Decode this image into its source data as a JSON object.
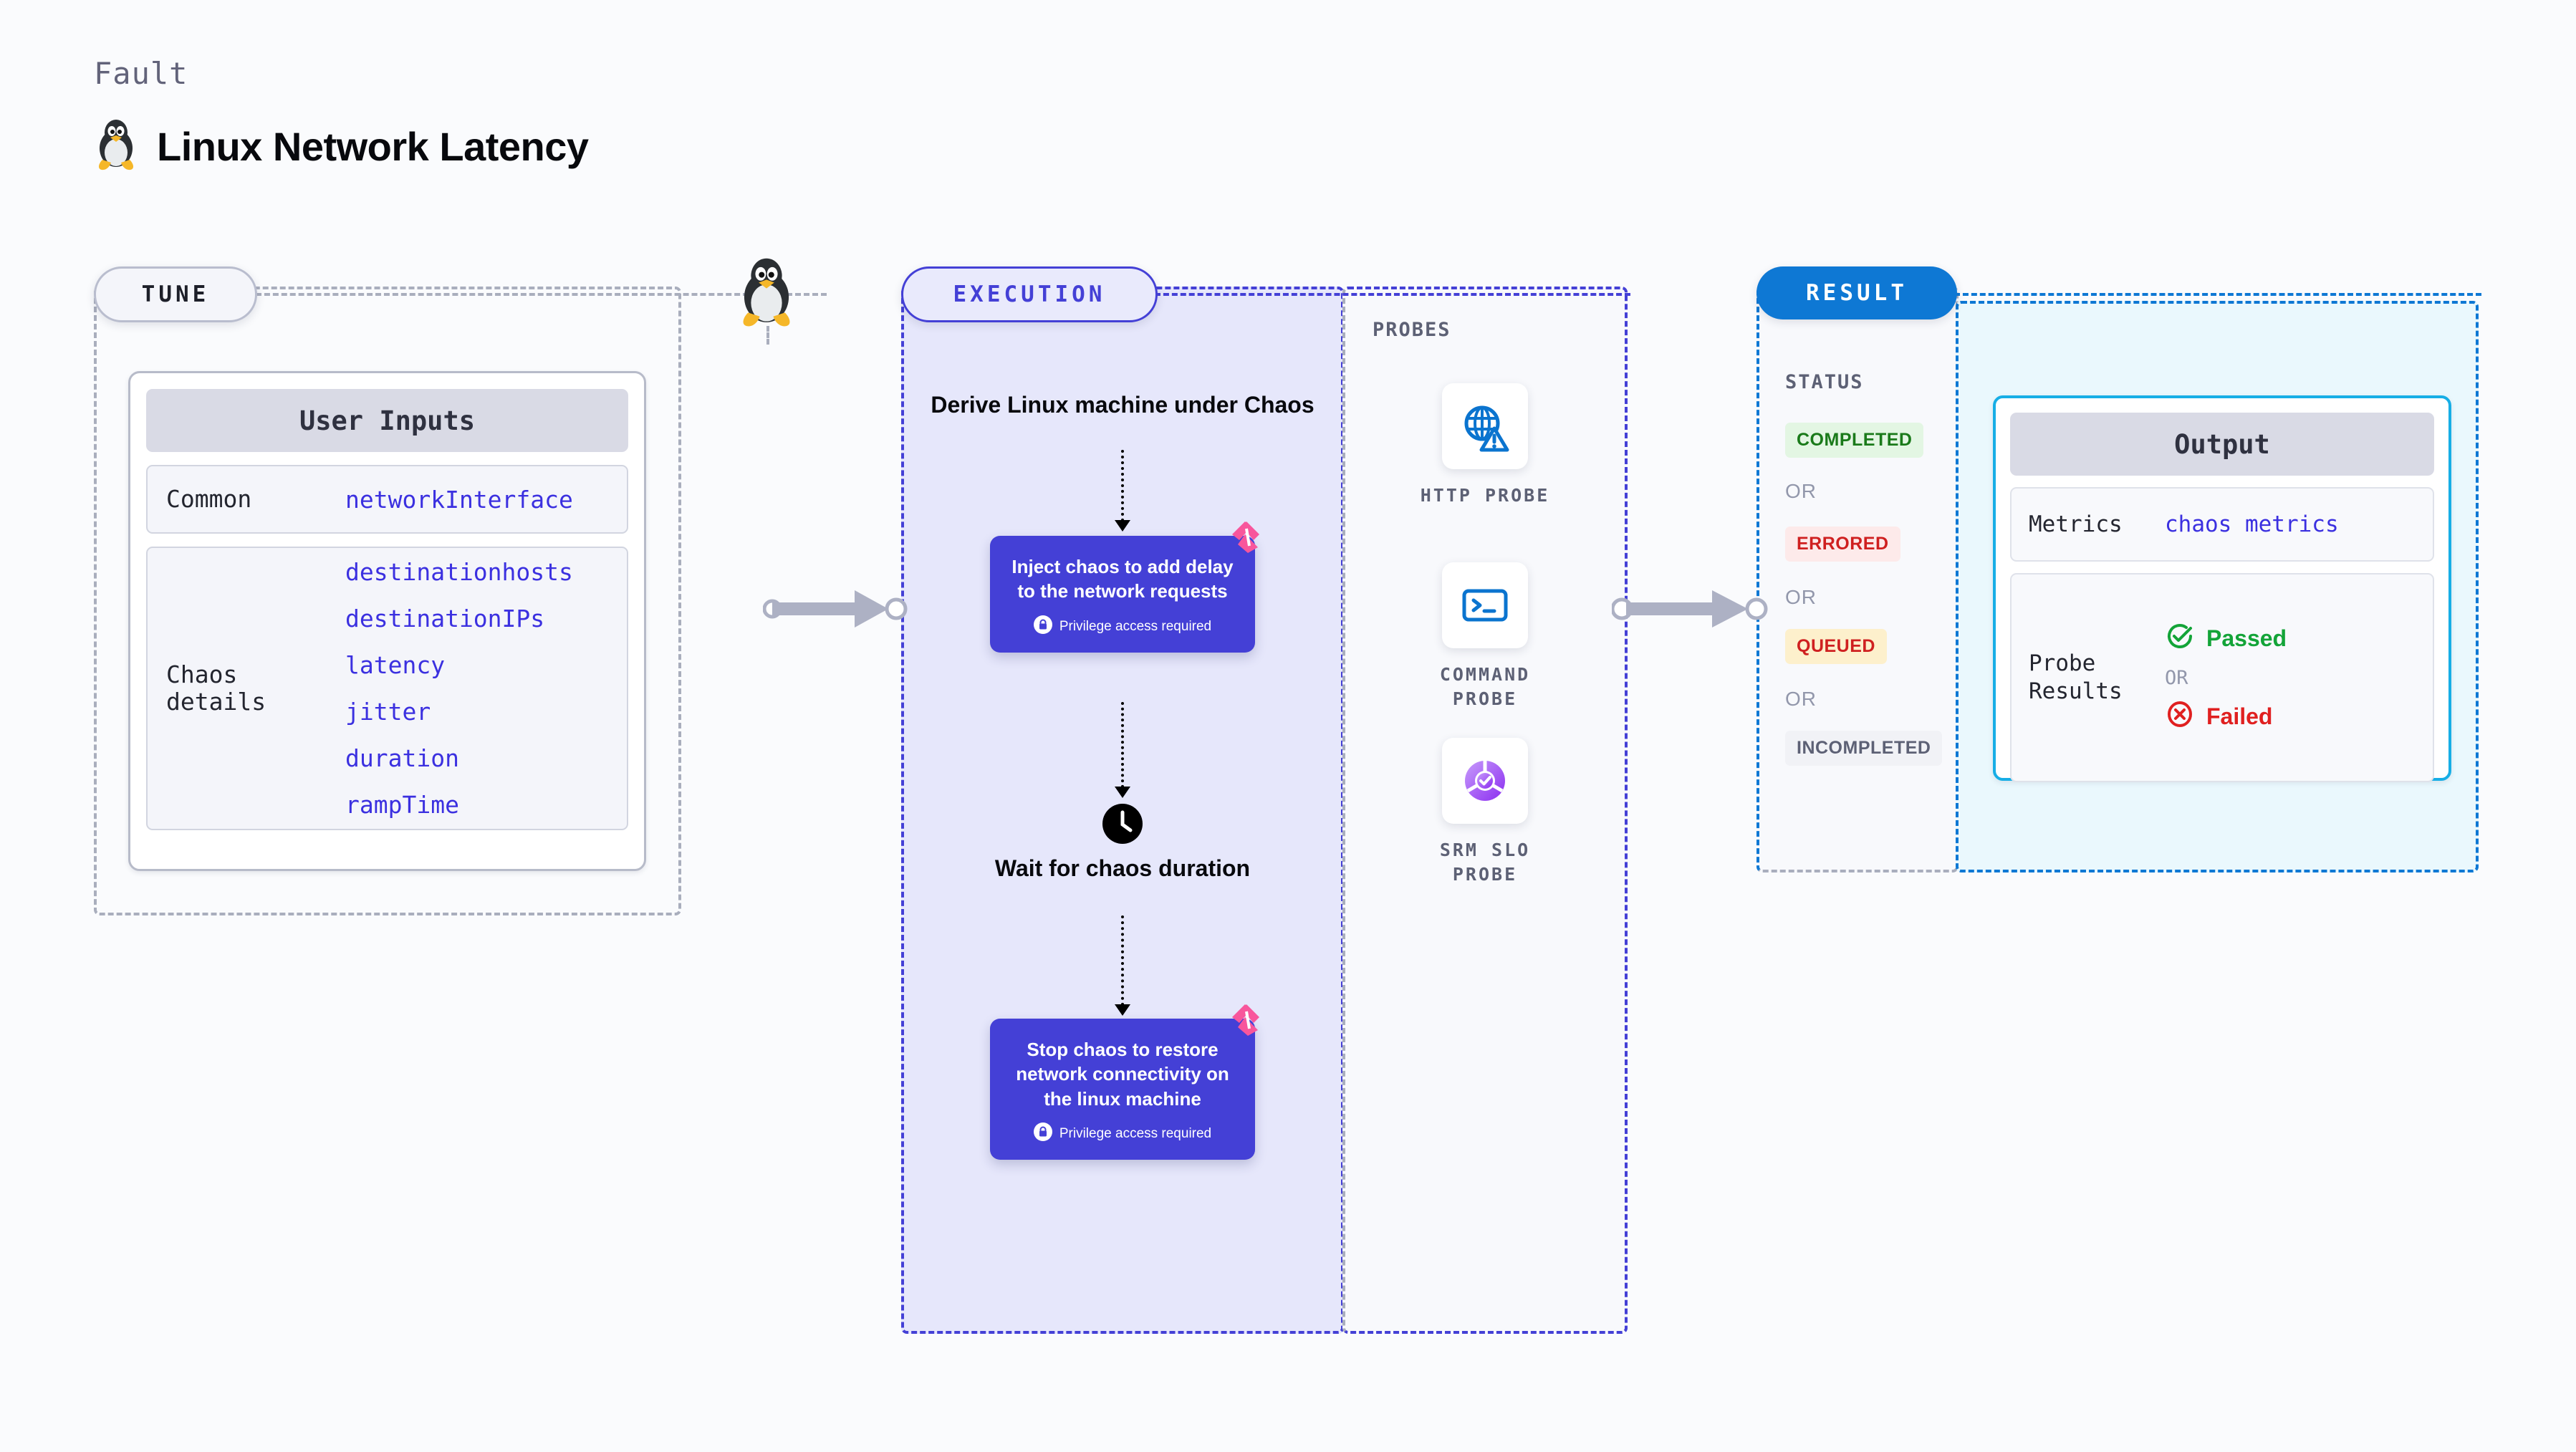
{
  "header": {
    "eyebrow": "Fault",
    "title": "Linux Network Latency",
    "icon": "linux-penguin-icon"
  },
  "tune": {
    "pill_label": "TUNE",
    "card_title": "User Inputs",
    "rows": [
      {
        "key": "Common",
        "values": [
          "networkInterface"
        ]
      },
      {
        "key": "Chaos details",
        "values": [
          "destinationhosts",
          "destinationIPs",
          "latency",
          "jitter",
          "duration",
          "rampTime"
        ]
      }
    ]
  },
  "execution": {
    "pill_label": "EXECUTION",
    "steps": [
      {
        "type": "text",
        "label": "Derive Linux machine under Chaos"
      },
      {
        "type": "card",
        "label": "Inject chaos to add delay to the network requests",
        "badge": "Privilege access required",
        "badge_icon": "lock-icon",
        "corner_icon": "harness-logo-icon"
      },
      {
        "type": "clock",
        "label": "Wait for chaos duration",
        "icon": "clock-icon"
      },
      {
        "type": "card",
        "label": "Stop chaos to restore network connectivity on the linux machine",
        "badge": "Privilege access required",
        "badge_icon": "lock-icon",
        "corner_icon": "harness-logo-icon"
      }
    ]
  },
  "probes": {
    "title": "PROBES",
    "items": [
      {
        "label": "HTTP PROBE",
        "icon": "globe-warning-icon"
      },
      {
        "label": "COMMAND PROBE",
        "icon": "terminal-icon"
      },
      {
        "label": "SRM SLO PROBE",
        "icon": "slo-donut-check-icon"
      }
    ]
  },
  "result": {
    "pill_label": "RESULT",
    "status_title": "STATUS",
    "or_label": "OR",
    "statuses": [
      {
        "label": "COMPLETED",
        "bg": "#e3f6e3",
        "fg": "#1a7a1a"
      },
      {
        "label": "ERRORED",
        "bg": "#fdeaea",
        "fg": "#cf2020"
      },
      {
        "label": "QUEUED",
        "bg": "#fdf0cc",
        "fg": "#cf2020"
      },
      {
        "label": "INCOMPLETED",
        "bg": "#f1f2f6",
        "fg": "#5d6175"
      }
    ],
    "output": {
      "card_title": "Output",
      "metrics_key": "Metrics",
      "metrics_value": "chaos metrics",
      "probe_key": "Probe Results",
      "passed_label": "Passed",
      "passed_icon": "check-circle-icon",
      "or_label": "OR",
      "failed_label": "Failed",
      "failed_icon": "x-circle-icon"
    }
  },
  "colors": {
    "accent_purple": "#4440d6",
    "accent_blue": "#0e78d4",
    "accent_cyan": "#17aee6",
    "param_blue": "#3b30e0",
    "muted": "#5d6175",
    "pink": "#f8569c"
  }
}
